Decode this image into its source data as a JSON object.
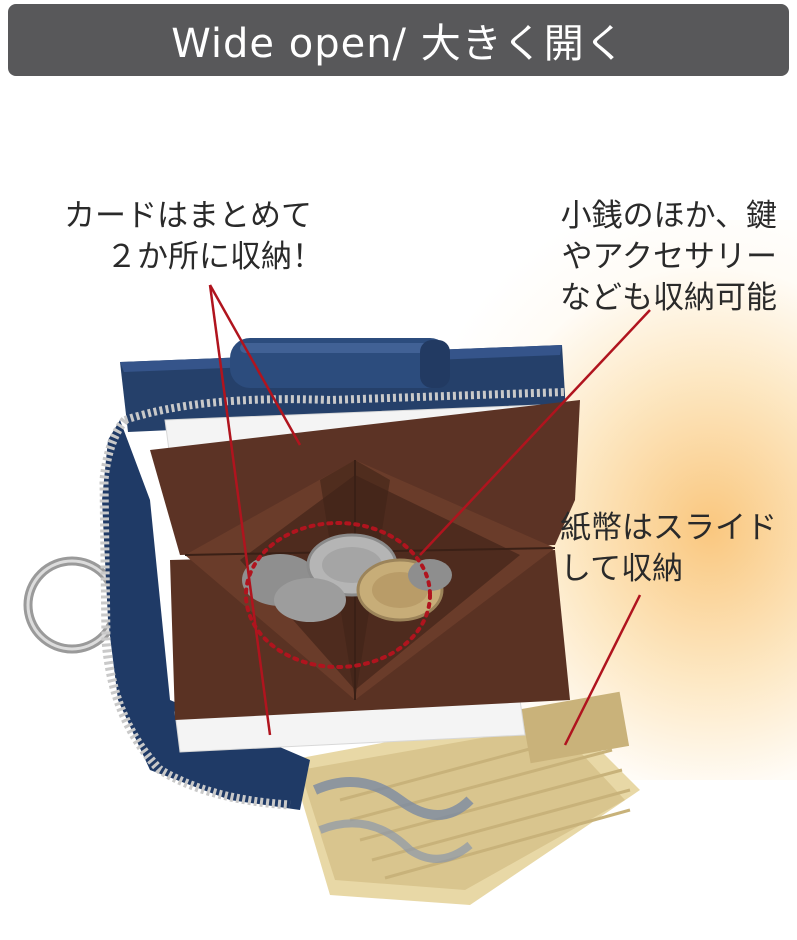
{
  "header": {
    "title": "Wide open/ 大きく開く",
    "background_color": "#58585a",
    "text_color": "#ffffff"
  },
  "callouts": {
    "cards": {
      "line1": "カードはまとめて",
      "line2": "２か所に収納！"
    },
    "coins": {
      "line1": "小銭のほか、鍵",
      "line2": "やアクセサリー",
      "line3": "なども収納可能"
    },
    "bills": {
      "line1": "紙幣はスライド",
      "line2": "して収納"
    }
  },
  "colors": {
    "leader_line": "#b0141e",
    "wallet_leather": "#233f66",
    "wallet_lining": "#5a3223",
    "highlight_glow": "#f9c478"
  }
}
